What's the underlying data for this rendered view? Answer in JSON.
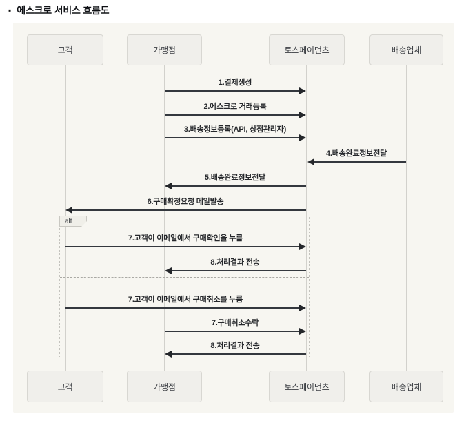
{
  "title": {
    "bullet": "▪",
    "text": "에스크로 서비스 흐름도"
  },
  "diagram_type": "sequence-diagram",
  "actors": [
    {
      "id": "customer",
      "label": "고객"
    },
    {
      "id": "merchant",
      "label": "가맹점"
    },
    {
      "id": "tosspayments",
      "label": "토스페이먼츠"
    },
    {
      "id": "courier",
      "label": "배송업체"
    }
  ],
  "alt_frame": {
    "label": "alt"
  },
  "messages": [
    {
      "label": "1.결제생성",
      "from": "가맹점",
      "to": "토스페이먼츠"
    },
    {
      "label": "2.에스크로 거래등록",
      "from": "가맹점",
      "to": "토스페이먼츠"
    },
    {
      "label": "3.배송정보등록(API, 상점관리자)",
      "from": "가맹점",
      "to": "토스페이먼츠"
    },
    {
      "label": "4.배송완료정보전달",
      "from": "배송업체",
      "to": "토스페이먼츠"
    },
    {
      "label": "5.배송완료정보전달",
      "from": "토스페이먼츠",
      "to": "가맹점"
    },
    {
      "label": "6.구매확정요청 메일발송",
      "from": "토스페이먼츠",
      "to": "고객"
    },
    {
      "label": "7.고객이 이메일에서 구매확인을 누름",
      "from": "고객",
      "to": "토스페이먼츠",
      "alt_branch": 1
    },
    {
      "label": "8.처리결과 전송",
      "from": "토스페이먼츠",
      "to": "가맹점",
      "alt_branch": 1
    },
    {
      "label": "7.고객이 이메일에서 구매취소를 누름",
      "from": "고객",
      "to": "토스페이먼츠",
      "alt_branch": 2
    },
    {
      "label": "7.구매취소수락",
      "from": "가맹점",
      "to": "토스페이먼츠",
      "alt_branch": 2
    },
    {
      "label": "8.처리결과 전송",
      "from": "토스페이먼츠",
      "to": "가맹점",
      "alt_branch": 2
    }
  ],
  "colors": {
    "panel_bg": "#f7f6f1",
    "actor_box_bg": "#f0efeb",
    "actor_box_border": "#d8d7d2",
    "lifeline": "#d2d1cc",
    "arrow": "#34383e",
    "message_text": "#26282c",
    "alt_border": "#c3c2bd"
  }
}
